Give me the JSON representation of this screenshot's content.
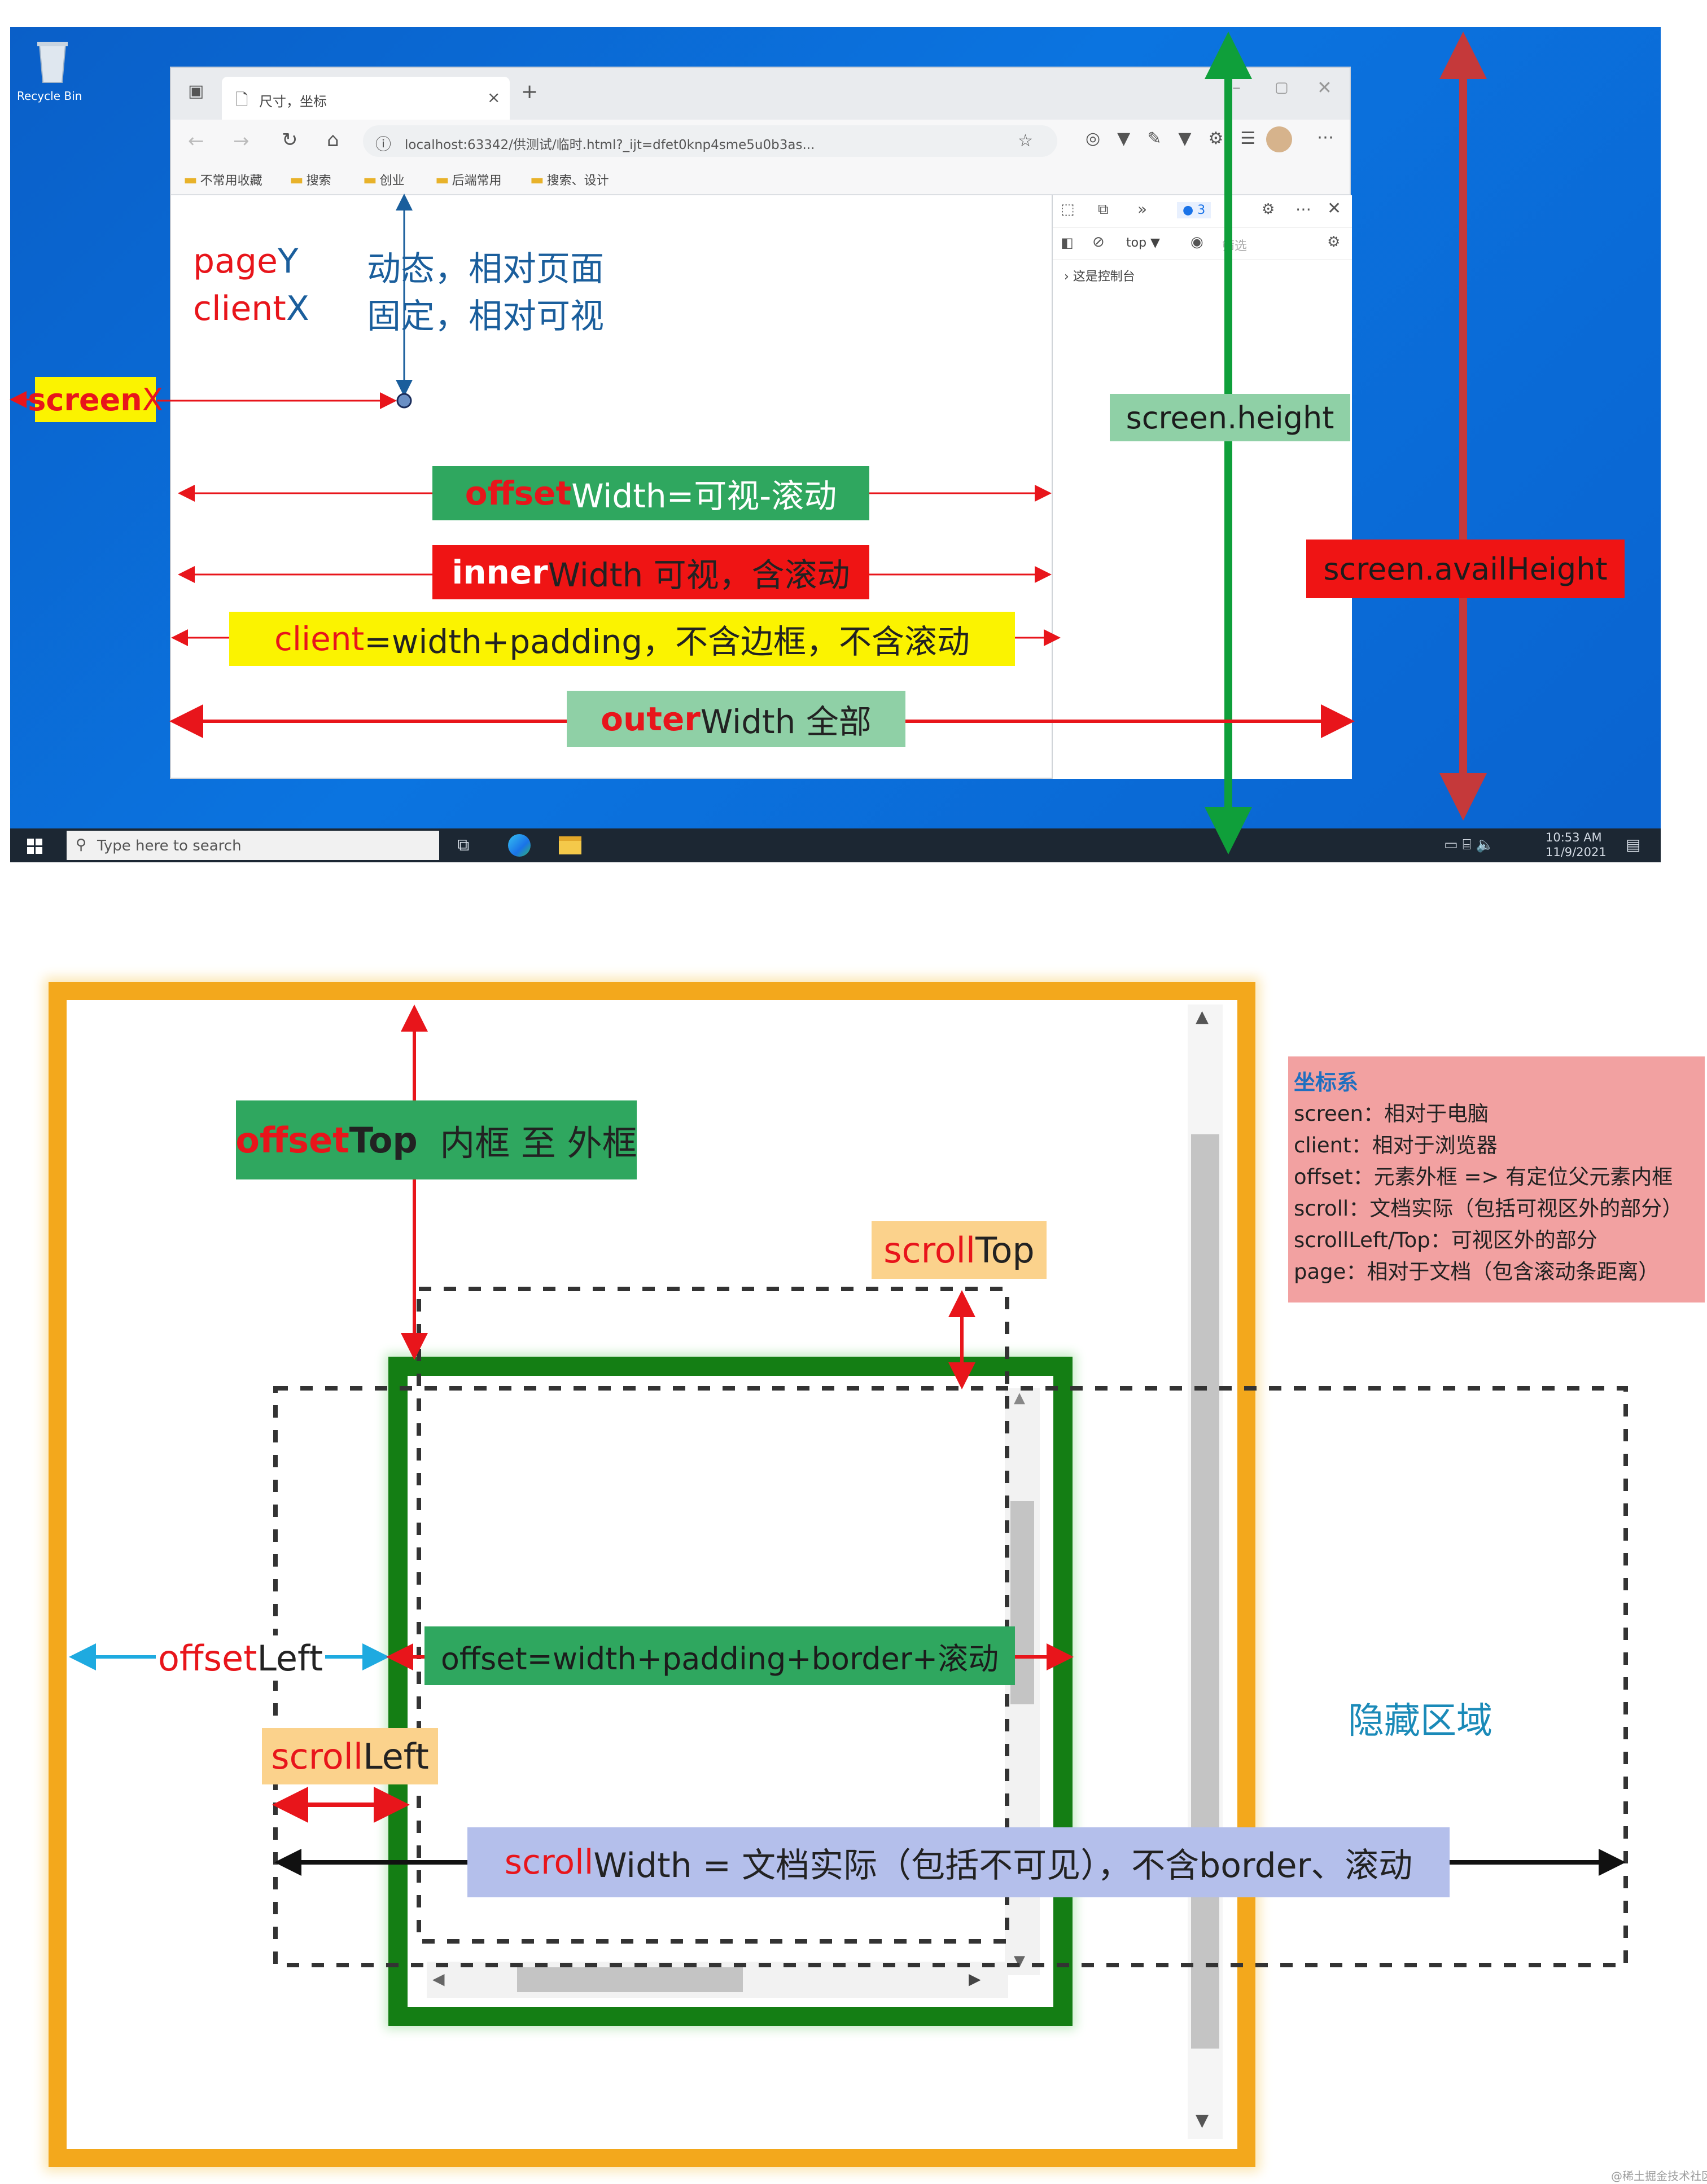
{
  "desktop": {
    "recycle_bin": "Recycle Bin",
    "search_placeholder": "Type here to search",
    "clock_time": "10:53 AM",
    "clock_date": "11/9/2021"
  },
  "browser": {
    "tab_title": "尺寸，坐标",
    "url": "localhost:63342/供测试/临时.html?_ijt=dfet0knp4sme5u0b3as...",
    "favorites": [
      "不常用收藏",
      "搜索",
      "创业",
      "后端常用",
      "搜索、设计"
    ],
    "devtools_context": "top",
    "devtools_filter": "筛选",
    "devtools_badge": "3",
    "devtools_message": "这是控制台"
  },
  "top_labels": {
    "pageY": {
      "a": "page",
      "b": "Y",
      "desc": "动态，相对页面"
    },
    "clientX": {
      "a": "client",
      "b": "X",
      "desc": "固定，相对可视"
    },
    "screenX": {
      "a": "screen",
      "b": "X"
    },
    "screen_height": "screen.height",
    "screen_availHeight": "screen.availHeight",
    "offsetWidth": {
      "a": "offset",
      "b": "Width=可视-滚动"
    },
    "innerWidth": {
      "a": "inner",
      "b": "Width 可视，含滚动"
    },
    "client_width": {
      "a": "client",
      "b": "=width+padding，不含边框，不含滚动"
    },
    "outerWidth": {
      "a": "outer",
      "b": "Width 全部"
    }
  },
  "bottom_labels": {
    "offsetTop": {
      "a": "offset",
      "b": "Top",
      "c": "  内框 至 外框"
    },
    "scrollTop": {
      "a": "scroll",
      "b": "Top"
    },
    "offsetLeft": {
      "a": "offset",
      "b": "Left"
    },
    "offset_formula": "offset=width+padding+border+滚动",
    "scrollLeft": {
      "a": "scroll",
      "b": "Left"
    },
    "scrollWidth": {
      "a": "scroll",
      "b": "Width = 文档实际（包括不可见），不含border、滚动"
    },
    "hidden_area": "隐藏区域"
  },
  "legend": {
    "title": "坐标系",
    "items": [
      "screen：相对于电脑",
      "client：相对于浏览器",
      "offset：元素外框 => 有定位父元素内框",
      "scroll：文档实际（包括可视区外的部分）",
      "scrollLeft/Top：可视区外的部分",
      "page：相对于文档（包含滚动条距离）"
    ]
  },
  "colors": {
    "desktop_blue": "#0a6bd6",
    "green_label": "#2fa75f",
    "light_green_label": "#8fd0a6",
    "red_label": "#ef1414",
    "yellow_label": "#fbf300",
    "peach_label": "#fbd28c",
    "lavender_label": "#b4bfeb",
    "legend_pink": "#f2a1a1",
    "orange_frame": "#f3a81c",
    "dark_green_frame": "#147e14"
  },
  "watermark": "@稀土掘金技术社区"
}
